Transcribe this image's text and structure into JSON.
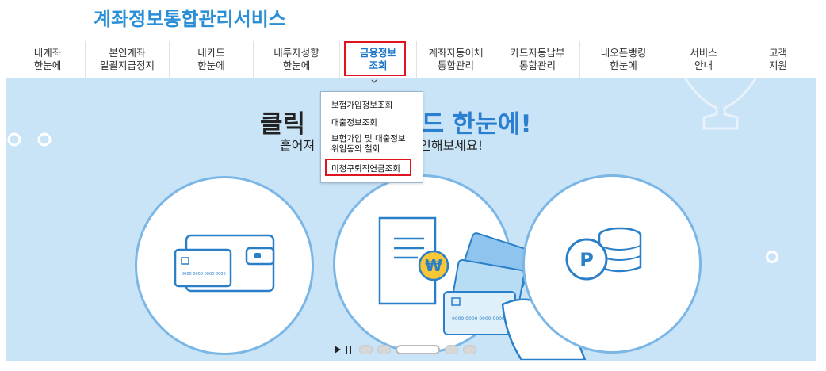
{
  "site": {
    "title": "계좌정보통합관리서비스"
  },
  "nav": {
    "items": [
      {
        "label": "내계좌\n한눈에"
      },
      {
        "label": "본인계좌\n일괄지급정지"
      },
      {
        "label": "내카드\n한눈에"
      },
      {
        "label": "내투자성향\n한눈에"
      },
      {
        "label": "금융정보\n조회"
      },
      {
        "label": "계좌자동이체\n통합관리"
      },
      {
        "label": "카드자동납부\n통합관리"
      },
      {
        "label": "내오픈뱅킹\n한눈에"
      },
      {
        "label": "서비스\n안내"
      },
      {
        "label": "고객\n지원"
      }
    ],
    "active_index": 4
  },
  "dropdown": {
    "items": [
      {
        "label": "보험가입정보조회"
      },
      {
        "label": "대출정보조회"
      },
      {
        "label_line1": "보험가입 및 대출정보",
        "label_line2": "위임동의 철회"
      },
      {
        "label": "미청구퇴직연금조회"
      }
    ],
    "highlighted_index": 3
  },
  "hero": {
    "title_left": "클릭",
    "title_right": "카드 한눈에!",
    "subtitle_left": "흩어져",
    "subtitle_right": "한번에 확인해보세요!",
    "card_number": "0000 0000 0000 0000",
    "coin_symbol": "₩",
    "point_symbol": "P"
  },
  "slider": {
    "total": 5,
    "active_index": 2
  },
  "colors": {
    "brand": "#2a8fd6",
    "highlight": "#e0141e",
    "hero_bg": "#c9e3f7",
    "circle_border": "#7ab6e6"
  }
}
